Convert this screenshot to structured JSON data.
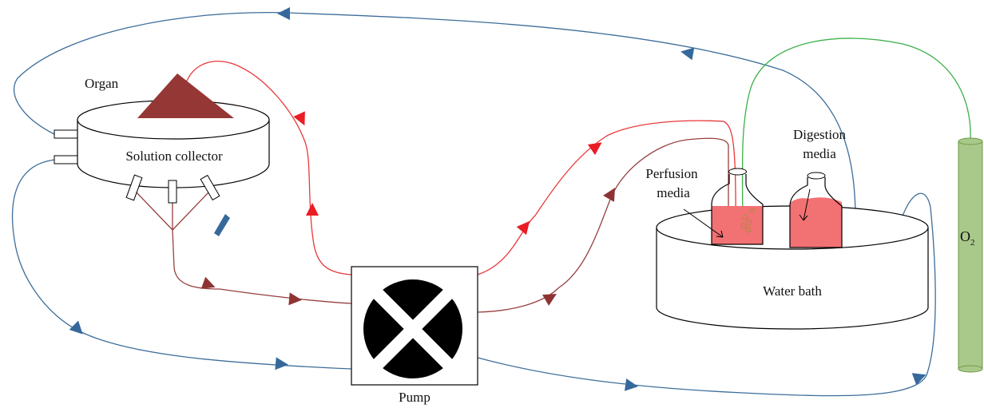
{
  "labels": {
    "organ": "Organ",
    "solution_collector": "Solution collector",
    "pump": "Pump",
    "water_bath": "Water bath",
    "perfusion_media_line1": "Perfusion",
    "perfusion_media_line2": "media",
    "digestion_media_line1": "Digestion",
    "digestion_media_line2": "media",
    "o2_main": "O",
    "o2_sub": "2"
  },
  "colors": {
    "blue_line": "#3d6e9a",
    "blue_arrow": "#36699b",
    "red_line": "#e8383a",
    "red_arrow": "#ea1c24",
    "darkred_line": "#96403e",
    "darkred_arrow": "#8e3333",
    "organ": "#953735",
    "green_line": "#3cb04a",
    "o2_cylinder_fill": "#a9c98a",
    "o2_cylinder_stroke": "#6c9a45",
    "media_fill": "#f27173",
    "pump_symbol": "#000000",
    "outline": "#000000"
  }
}
